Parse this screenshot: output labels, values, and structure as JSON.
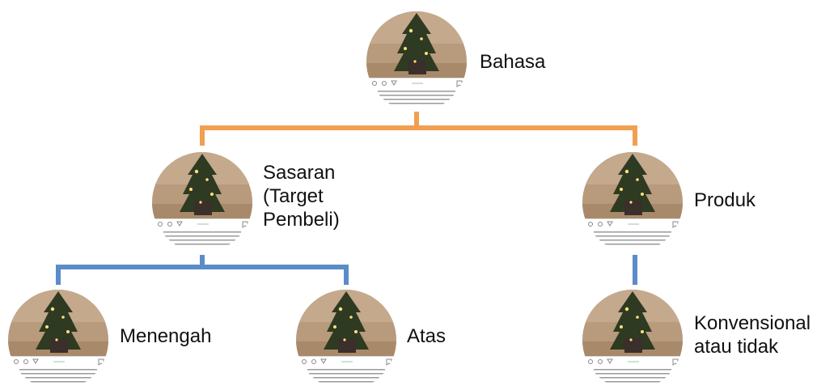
{
  "colors": {
    "connector_top": "#F0A050",
    "connector_left": "#5B8CC8",
    "connector_right": "#5B8CC8"
  },
  "nodes": {
    "root": {
      "label": "Bahasa",
      "thumbnail_icon": "christmas-tree-photo-icon"
    },
    "sasaran": {
      "label_lines": [
        "Sasaran",
        "(Target",
        "Pembeli)"
      ],
      "thumbnail_icon": "christmas-tree-photo-icon"
    },
    "produk": {
      "label": "Produk",
      "thumbnail_icon": "christmas-tree-photo-icon"
    },
    "menengah": {
      "label": "Menengah",
      "thumbnail_icon": "christmas-tree-photo-icon"
    },
    "atas": {
      "label": "Atas",
      "thumbnail_icon": "christmas-tree-photo-icon"
    },
    "konvensional": {
      "label_lines": [
        "Konvensional",
        "atau tidak"
      ],
      "thumbnail_icon": "christmas-tree-photo-icon"
    }
  }
}
